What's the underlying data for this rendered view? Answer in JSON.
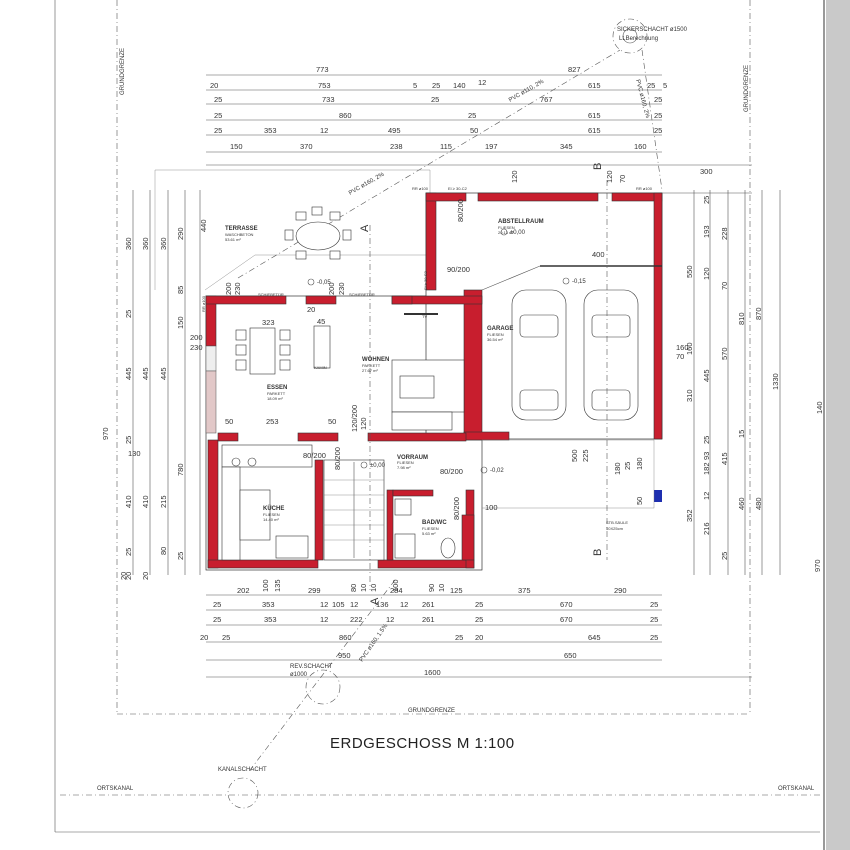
{
  "title": "ERDGESCHOSS  M 1:100",
  "boundary": {
    "left": "GRUNDGRENZE",
    "right": "GRUNDGRENZE",
    "bottom": "GRUNDGRENZE"
  },
  "top_dims": {
    "r1": [
      "773",
      "827"
    ],
    "r2": [
      "20",
      "753",
      "5",
      "25",
      "140",
      "12",
      "615",
      "25",
      "5"
    ],
    "r3": [
      "25",
      "733",
      "25",
      "767",
      "25"
    ],
    "r4": [
      "25",
      "860",
      "25",
      "615",
      "25"
    ],
    "r5": [
      "25",
      "353",
      "12",
      "495",
      "50",
      "615",
      "25"
    ],
    "r6": [
      "150",
      "370",
      "238",
      "115",
      "197",
      "345",
      "160"
    ]
  },
  "bottom_dims": {
    "r1": [
      "100",
      "135",
      "80",
      "10",
      "10",
      "100",
      "90",
      "10"
    ],
    "r2": [
      "202",
      "299",
      "284",
      "125",
      "375",
      "290"
    ],
    "r3": [
      "25",
      "353",
      "12",
      "105",
      "12",
      "136",
      "12",
      "261",
      "25",
      "670",
      "25"
    ],
    "r4": [
      "25",
      "353",
      "12",
      "222",
      "12",
      "261",
      "25",
      "670",
      "25"
    ],
    "r5": [
      "20",
      "25",
      "860",
      "25",
      "20",
      "645",
      "25"
    ],
    "r6": [
      "950",
      "650"
    ],
    "r7": [
      "1600"
    ]
  },
  "left_dims": [
    "360",
    "360",
    "360",
    "290",
    "440",
    "85",
    "150",
    "25",
    "445",
    "445",
    "970",
    "445",
    "130",
    "25",
    "780",
    "410",
    "410",
    "215",
    "25",
    "80",
    "20",
    "200",
    "230",
    "200",
    "230",
    "20",
    "25",
    "20"
  ],
  "right_dims": [
    "300",
    "25",
    "193",
    "228",
    "550",
    "120",
    "810",
    "870",
    "1330",
    "160",
    "70",
    "445",
    "310",
    "570",
    "15",
    "25",
    "140",
    "93",
    "182",
    "415",
    "216",
    "352",
    "460",
    "480",
    "12",
    "25",
    "970"
  ],
  "rooms": {
    "terrasse": {
      "name": "TERRASSE",
      "sub": "WASCHBETON",
      "area": "53.61 m²"
    },
    "essen": {
      "name": "ESSEN",
      "sub": "PARKETT",
      "area": "18.09 m²"
    },
    "wohnen": {
      "name": "WOHNEN",
      "sub": "PARKETT",
      "area": "27.67 m²"
    },
    "kueche": {
      "name": "KÜCHE",
      "sub": "FLIESEN",
      "area": "14.40 m²"
    },
    "vorraum": {
      "name": "VORRAUM",
      "sub": "FLIESEN",
      "area": "7.98 m²"
    },
    "bad": {
      "name": "BAD/WC",
      "sub": "FLIESEN",
      "area": "5.63 m²"
    },
    "abstell": {
      "name": "ABSTELLRAUM",
      "sub": "FLIESEN",
      "area": "20.13 m²"
    },
    "garage": {
      "name": "GARAGE",
      "sub": "FLIESEN",
      "area": "36.54 m²"
    }
  },
  "labels": {
    "sickerschacht": "SICKERSCHACHT ø1500",
    "berechnung": "Lt.Berechnung",
    "rev_schacht": "REV.SCHACHT",
    "rev_dia": "ø1000",
    "kanalschacht": "KANALSCHACHT",
    "ortskanal_left": "ORTSKANAL",
    "ortskanal_right": "ORTSKANAL",
    "schiebetuer1": "SCHIEBETÜR",
    "schiebetuer2": "SCHIEBETÜR",
    "kamin": "KAMIN",
    "stb_saeule": "STB.SÄULE",
    "stb_dim": "50X25cm",
    "el": "El ≥ 30-C2",
    "el2": "El ≥ 30-C2",
    "rr100": "RR ø100",
    "rr100b": "RR ø100",
    "rr100c": "RR ø100",
    "pvc_top": "PVC ø110, 2%",
    "pvc_top2": "PVC ø160, 2%",
    "pvc_right": "PVC ø160, 2%",
    "pvc_bottom": "PVC ø160, 1.5%",
    "section_a": "A",
    "section_a2": "A",
    "section_b": "B",
    "section_b2": "B",
    "tv": "TV"
  },
  "levels": [
    "-0,05",
    "±0,00",
    "-0,15",
    "±0,00",
    "-0,02"
  ],
  "openings": [
    "80/200",
    "90/200",
    "80/200",
    "80/200",
    "120/200",
    "80/200",
    "80/200"
  ],
  "inner": {
    "d323": "323",
    "d253": "253",
    "d50a": "50",
    "d50b": "50",
    "d400": "400",
    "d100": "100",
    "d200": "200",
    "d230": "230",
    "d500": "500",
    "d225": "225",
    "d50c": "50",
    "d180": "180",
    "d120a": "120",
    "d120b": "120",
    "d70": "70",
    "d20": "20",
    "d25": "25",
    "d45": "45",
    "d160": "160",
    "d120c": "120",
    "d180b": "180",
    "d70b": "70"
  }
}
